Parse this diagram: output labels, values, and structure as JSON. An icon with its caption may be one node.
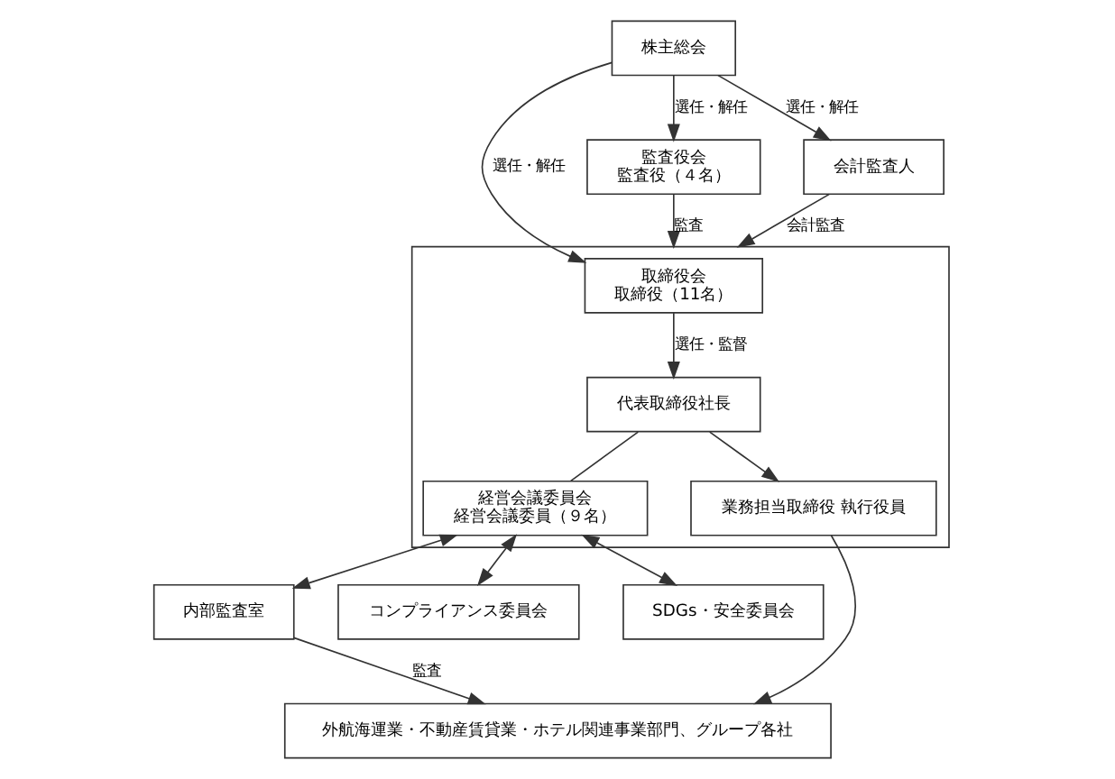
{
  "diagram": {
    "nodes": [
      {
        "text": [
          "株主総会"
        ]
      },
      {
        "text": [],
        "shape": "box"
      },
      {
        "text": [
          "取締役会",
          "取締役（11名）"
        ],
        "in": 1
      },
      {
        "text": [
          "代表取締役社長"
        ],
        "in": 1
      },
      {
        "text": [
          "経営会議委員会",
          "経営会議委員（９名）"
        ],
        "in": 1
      },
      {
        "text": [
          "業務担当取締役 執行役員"
        ],
        "in": 1
      },
      {
        "text": [
          "監査役会",
          "監査役（４名）"
        ]
      },
      {
        "text": [
          "会計監査人"
        ]
      },
      {
        "text": [
          "内部監査室"
        ]
      },
      {
        "text": [
          "コンプライアンス委員会"
        ]
      },
      {
        "text": [
          "SDGs・安全委員会"
        ]
      },
      {
        "text": [
          "外航海運業・不動産賃貸業・ホテル関連事業部門、グループ各社"
        ]
      }
    ],
    "edges": [
      {
        "from": 0,
        "to": 2,
        "arrow": "to",
        "label": "選任・解任"
      },
      {
        "from": 0,
        "to": 6,
        "arrow": "to",
        "label": "選任・解任"
      },
      {
        "from": 0,
        "to": 7,
        "arrow": "to",
        "label": "選任・解任"
      },
      {
        "from": 6,
        "to": 1,
        "arrow": "to",
        "label": "監査"
      },
      {
        "from": 7,
        "to": 1,
        "arrow": "to",
        "label": "会計監査"
      },
      {
        "from": 2,
        "to": 3,
        "arrow": "to",
        "label": "選任・監督"
      },
      {
        "from": 3,
        "to": 5,
        "arrow": "to"
      },
      {
        "from": 3,
        "to": 4,
        "arrow": "none"
      },
      {
        "from": 4,
        "to": 8,
        "arrow": "both"
      },
      {
        "from": 4,
        "to": 9,
        "arrow": "both"
      },
      {
        "from": 4,
        "to": 10,
        "arrow": "both"
      },
      {
        "from": 5,
        "to": 11,
        "arrow": "to"
      },
      {
        "from": 8,
        "to": 11,
        "arrow": "to",
        "label": "監査"
      }
    ]
  }
}
